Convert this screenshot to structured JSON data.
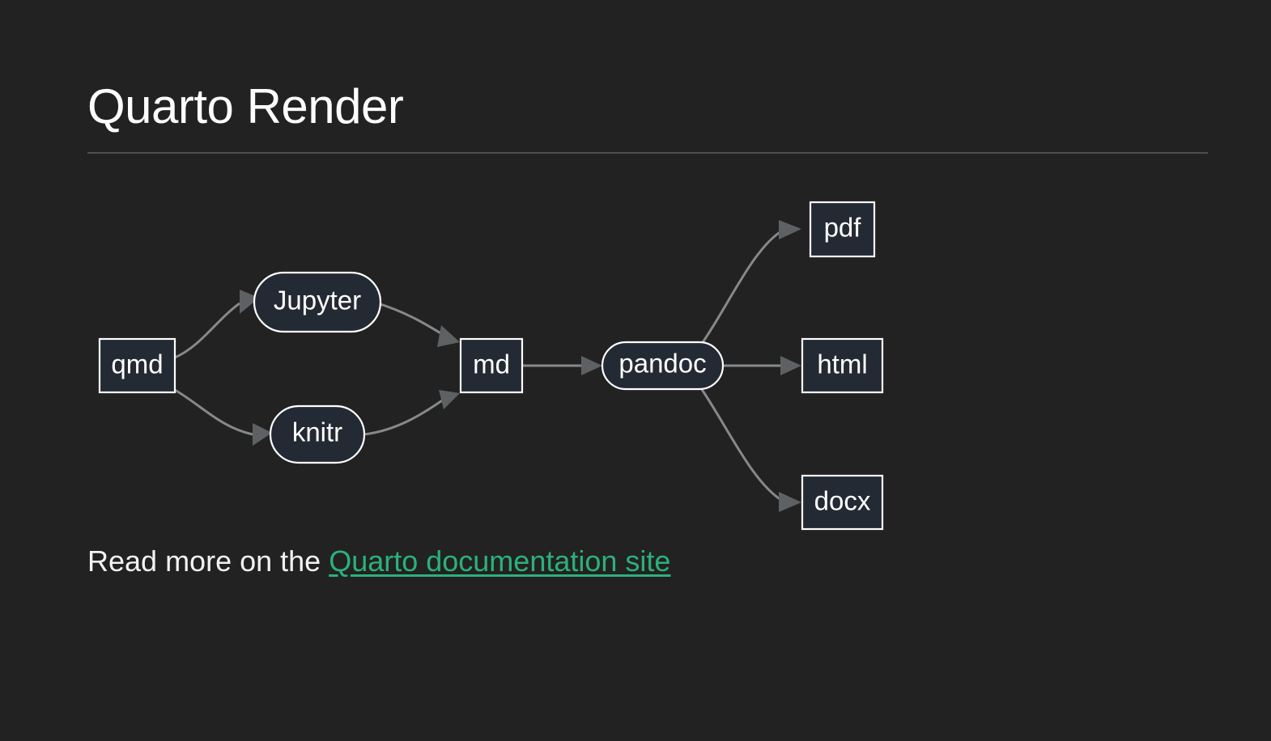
{
  "slide": {
    "title": "Quarto Render",
    "background_color": "#222222",
    "title_color": "#fdfdfd",
    "rule_color": "#4d5052"
  },
  "diagram": {
    "type": "flowchart",
    "direction": "left-to-right",
    "node_fill": "#242a33",
    "node_stroke": "#ffffff",
    "edge_color": "#86888a",
    "arrowhead_color": "#5e6163",
    "nodes": [
      {
        "id": "qmd",
        "label": "qmd",
        "shape": "rect"
      },
      {
        "id": "jupyter",
        "label": "Jupyter",
        "shape": "stadium"
      },
      {
        "id": "knitr",
        "label": "knitr",
        "shape": "stadium"
      },
      {
        "id": "md",
        "label": "md",
        "shape": "rect"
      },
      {
        "id": "pandoc",
        "label": "pandoc",
        "shape": "stadium"
      },
      {
        "id": "pdf",
        "label": "pdf",
        "shape": "rect"
      },
      {
        "id": "html",
        "label": "html",
        "shape": "rect"
      },
      {
        "id": "docx",
        "label": "docx",
        "shape": "rect"
      }
    ],
    "edges": [
      {
        "from": "qmd",
        "to": "jupyter"
      },
      {
        "from": "qmd",
        "to": "knitr"
      },
      {
        "from": "jupyter",
        "to": "md"
      },
      {
        "from": "knitr",
        "to": "md"
      },
      {
        "from": "md",
        "to": "pandoc"
      },
      {
        "from": "pandoc",
        "to": "pdf"
      },
      {
        "from": "pandoc",
        "to": "html"
      },
      {
        "from": "pandoc",
        "to": "docx"
      }
    ]
  },
  "footer": {
    "prefix": "Read more on the ",
    "link_text": "Quarto documentation site",
    "link_color": "#2cb07c"
  }
}
